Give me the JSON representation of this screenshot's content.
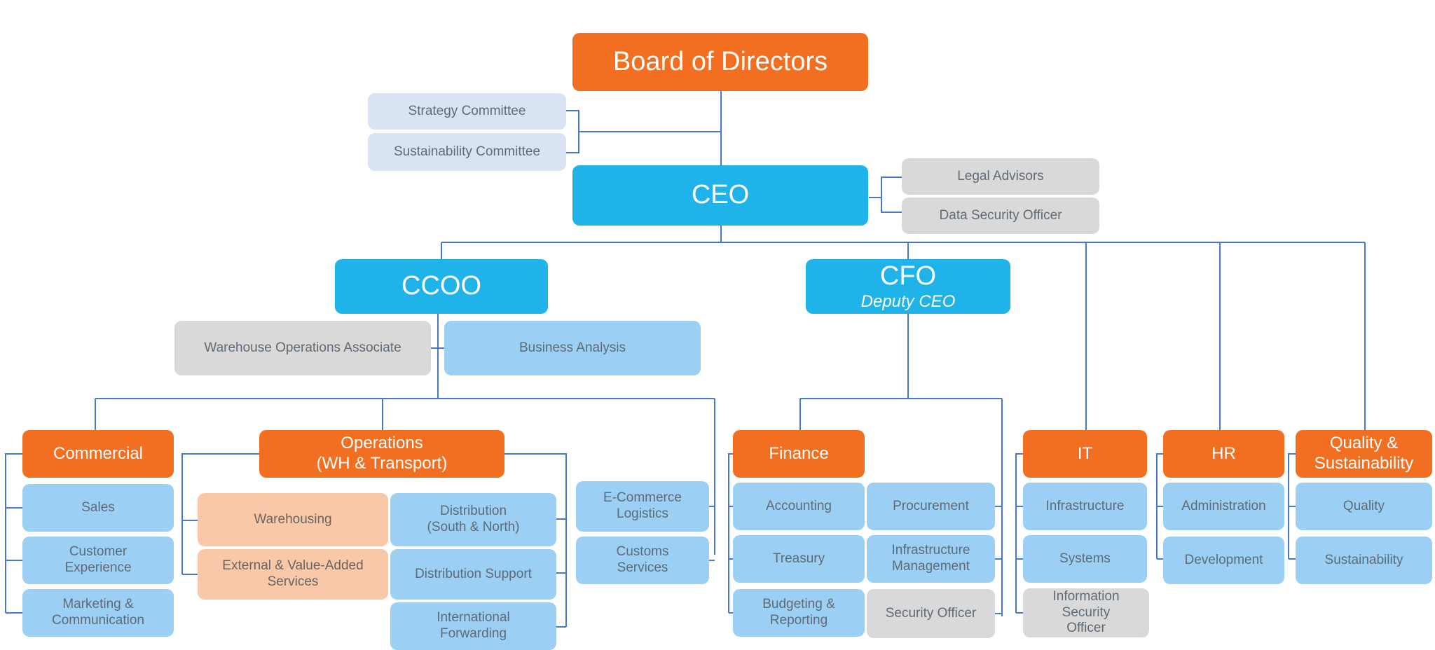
{
  "board": "Board of Directors",
  "committees": [
    "Strategy Committee",
    "Sustainability Committee"
  ],
  "ceo": "CEO",
  "ceo_advisors": [
    "Legal Advisors",
    "Data Security Officer"
  ],
  "ccoo": {
    "title": "CCOO",
    "support": [
      "Warehouse Operations Associate",
      "Business Analysis"
    ]
  },
  "cfo": {
    "title": "CFO",
    "subtitle": "Deputy CEO"
  },
  "commercial": {
    "title": "Commercial",
    "items": [
      [
        "Sales"
      ],
      [
        "Customer",
        "Experience"
      ],
      [
        "Marketing &",
        "Communication"
      ]
    ]
  },
  "operations": {
    "title": [
      "Operations",
      "(WH & Transport)"
    ],
    "left": [
      [
        "Warehousing"
      ],
      [
        "External & Value-Added",
        "Services"
      ]
    ],
    "right": [
      [
        "Distribution",
        "(South & North)"
      ],
      [
        "Distribution Support"
      ],
      [
        "International",
        "Forwarding"
      ]
    ]
  },
  "ecommerce": [
    [
      "E-Commerce",
      "Logistics"
    ],
    [
      "Customs",
      "Services"
    ]
  ],
  "finance": {
    "title": "Finance",
    "left": [
      [
        "Accounting"
      ],
      [
        "Treasury"
      ],
      [
        "Budgeting &",
        "Reporting"
      ]
    ],
    "right": [
      [
        "Procurement"
      ],
      [
        "Infrastructure",
        "Management"
      ],
      [
        "Security Officer"
      ]
    ]
  },
  "it": {
    "title": "IT",
    "items": [
      [
        "Infrastructure"
      ],
      [
        "Systems"
      ],
      [
        "Information",
        "Security",
        "Officer"
      ]
    ]
  },
  "hr": {
    "title": "HR",
    "items": [
      [
        "Administration"
      ],
      [
        "Development"
      ]
    ]
  },
  "quality": {
    "title": [
      "Quality &",
      "Sustainability"
    ],
    "items": [
      [
        "Quality"
      ],
      [
        "Sustainability"
      ]
    ]
  },
  "colors": {
    "orange": "#f26f21",
    "cyan": "#1fb3e9",
    "light_blue": "#9bcff4",
    "peach": "#f8c8a9",
    "grey": "#d9d9d9",
    "pale_blue": "#dae3f4",
    "connector": "#4a78cf"
  }
}
